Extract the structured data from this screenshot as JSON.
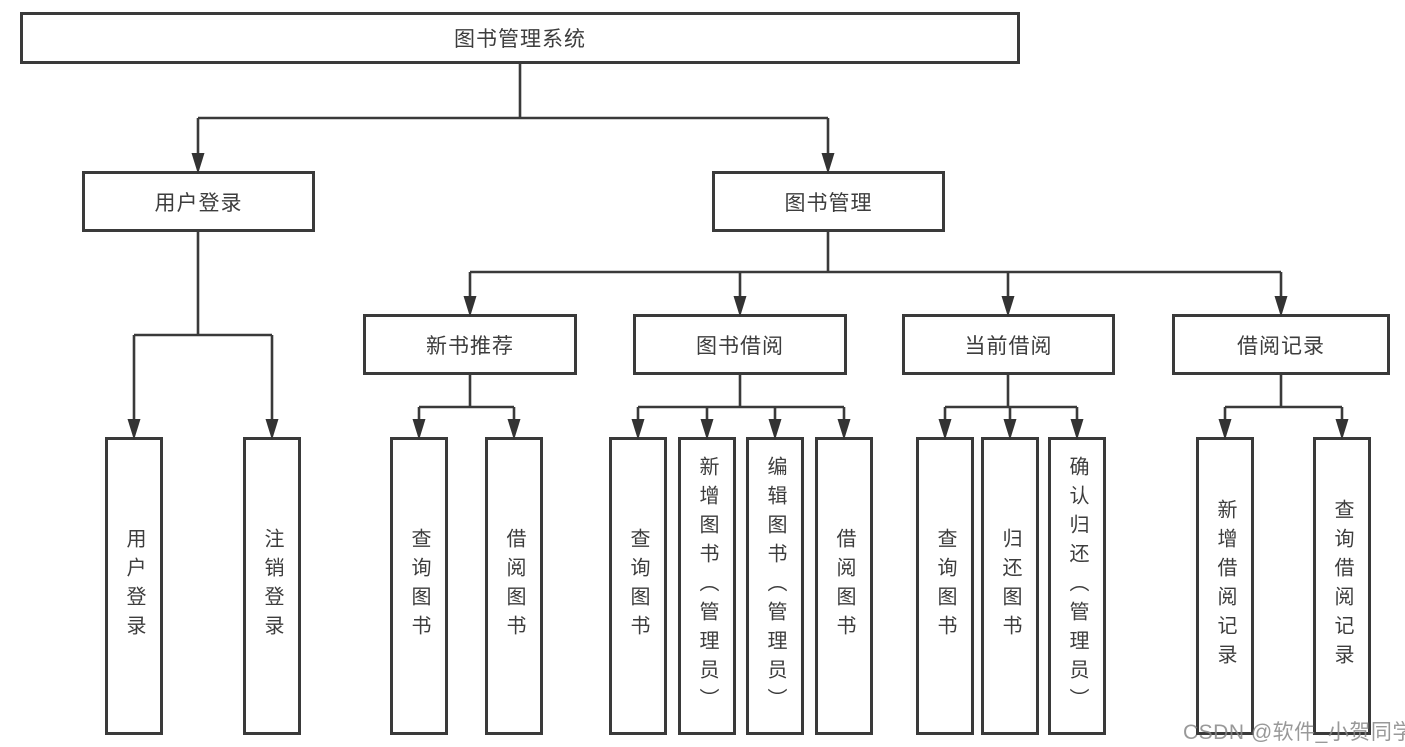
{
  "tree": {
    "label": "图书管理系统",
    "children": [
      {
        "label": "用户登录",
        "children": [
          {
            "label": "用户登录"
          },
          {
            "label": "注销登录"
          }
        ]
      },
      {
        "label": "图书管理",
        "children": [
          {
            "label": "新书推荐",
            "children": [
              {
                "label": "查询图书"
              },
              {
                "label": "借阅图书"
              }
            ]
          },
          {
            "label": "图书借阅",
            "children": [
              {
                "label": "查询图书"
              },
              {
                "label": "新增图书（管理员）"
              },
              {
                "label": "编辑图书（管理员）"
              },
              {
                "label": "借阅图书"
              }
            ]
          },
          {
            "label": "当前借阅",
            "children": [
              {
                "label": "查询图书"
              },
              {
                "label": "归还图书"
              },
              {
                "label": "确认归还（管理员）"
              }
            ]
          },
          {
            "label": "借阅记录",
            "children": [
              {
                "label": "新增借阅记录"
              },
              {
                "label": "查询借阅记录"
              }
            ]
          }
        ]
      }
    ]
  },
  "watermark": {
    "text": "CSDN @软件_小贺同学"
  },
  "colors": {
    "line": "#3a3a3a",
    "box_border": "#3a3a3a",
    "text": "#3d3d3d",
    "watermark": "#878787",
    "background": "#ffffff"
  }
}
